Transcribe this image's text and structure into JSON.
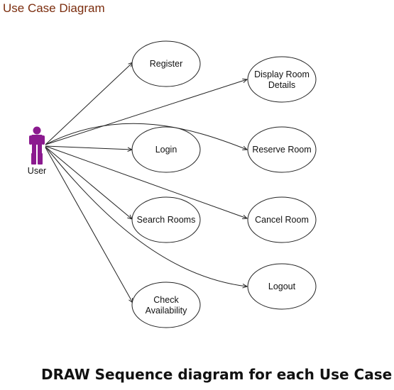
{
  "title": "Use Case Diagram",
  "actor": {
    "label": "User",
    "color": "#8b1a8f"
  },
  "use_cases": [
    {
      "id": "register",
      "lines": [
        "Register"
      ]
    },
    {
      "id": "login",
      "lines": [
        "Login"
      ]
    },
    {
      "id": "search-rooms",
      "lines": [
        "Search Rooms"
      ]
    },
    {
      "id": "check-availability",
      "lines": [
        "Check",
        "Availability"
      ]
    },
    {
      "id": "display-room-details",
      "lines": [
        "Display Room",
        "Details"
      ]
    },
    {
      "id": "reserve-room",
      "lines": [
        "Reserve Room"
      ]
    },
    {
      "id": "cancel-room",
      "lines": [
        "Cancel Room"
      ]
    },
    {
      "id": "logout",
      "lines": [
        "Logout"
      ]
    }
  ],
  "footer": "DRAW Sequence diagram for each Use Case"
}
